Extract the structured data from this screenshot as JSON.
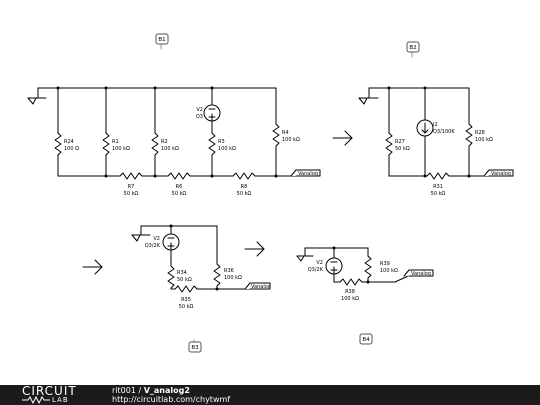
{
  "blocks": {
    "b1": "B1",
    "b2": "B2",
    "b3": "B3",
    "b4": "B4"
  },
  "components": {
    "r24_name": "R24",
    "r24_value": "100 Ω",
    "r1_name": "R1",
    "r1_value": "100 kΩ",
    "r2_name": "R2",
    "r2_value": "100 kΩ",
    "r3_name": "R3",
    "r3_value": "100 kΩ",
    "r4_name": "R4",
    "r4_value": "100 kΩ",
    "r7_name": "R7",
    "r7_value": "50 kΩ",
    "r6_name": "R6",
    "r6_value": "50 kΩ",
    "r8_name": "R8",
    "r8_value": "50 kΩ",
    "v2_a_name": "V2",
    "v2_a_value": "Q3",
    "r27_name": "R27",
    "r27_value": "50 kΩ",
    "i2_name": "I2",
    "i2_value": "Q3/100K",
    "r28_name": "R28",
    "r28_value": "100 kΩ",
    "r31_name": "R31",
    "r31_value": "50 kΩ",
    "v2_b_name": "V2",
    "v2_b_value": "Q3/2K",
    "r34_name": "R34",
    "r34_value": "50 kΩ",
    "r36_name": "R36",
    "r36_value": "100 kΩ",
    "r35_name": "R35",
    "r35_value": "50 kΩ",
    "v2_c_name": "V2",
    "v2_c_value": "Q3/2K",
    "r39_name": "R39",
    "r39_value": "100 kΩ",
    "r38_name": "R38",
    "r38_value": "100 kΩ"
  },
  "net_labels": {
    "vanalog_1": "Vanalog",
    "vanalog_2": "Vanalog",
    "vanalog_3": "Vanalog",
    "vanalog_4": "Vanalog"
  },
  "footer": {
    "logo_main": "CIRCUIT",
    "logo_sub": "LAB",
    "user": "rit001",
    "separator": " / ",
    "title": "V_analog2",
    "url": "http://circuitlab.com/chytwmf"
  }
}
